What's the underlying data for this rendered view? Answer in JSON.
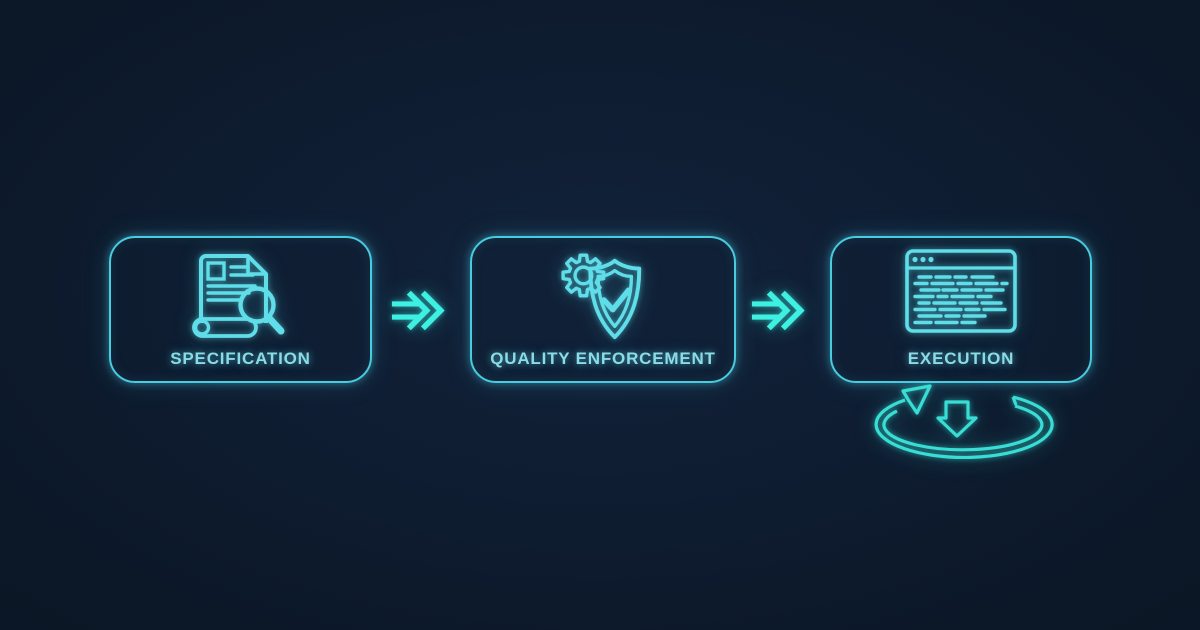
{
  "diagram": {
    "type": "process-flow",
    "background_color": "#0d1a2b",
    "node_border_color": "#49cbe0",
    "icon_color": "#5fdde8",
    "label_color": "#8adce6",
    "arrow_color": "#3df0e2",
    "loop_color": "#38ddd5",
    "nodes": [
      {
        "id": "specification",
        "label": "SPECIFICATION",
        "icon": "document-search-icon"
      },
      {
        "id": "quality-enforcement",
        "label": "QUALITY ENFORCEMENT",
        "icon": "shield-check-gear-icon"
      },
      {
        "id": "execution",
        "label": "EXECUTION",
        "icon": "code-window-icon"
      }
    ],
    "connectors": [
      {
        "from": "specification",
        "to": "quality-enforcement",
        "icon": "double-chevron-arrow-icon"
      },
      {
        "from": "quality-enforcement",
        "to": "execution",
        "icon": "double-chevron-arrow-icon"
      }
    ],
    "loop": {
      "attached_to": "execution",
      "icon": "repeat-loop-arrow-icon"
    }
  }
}
